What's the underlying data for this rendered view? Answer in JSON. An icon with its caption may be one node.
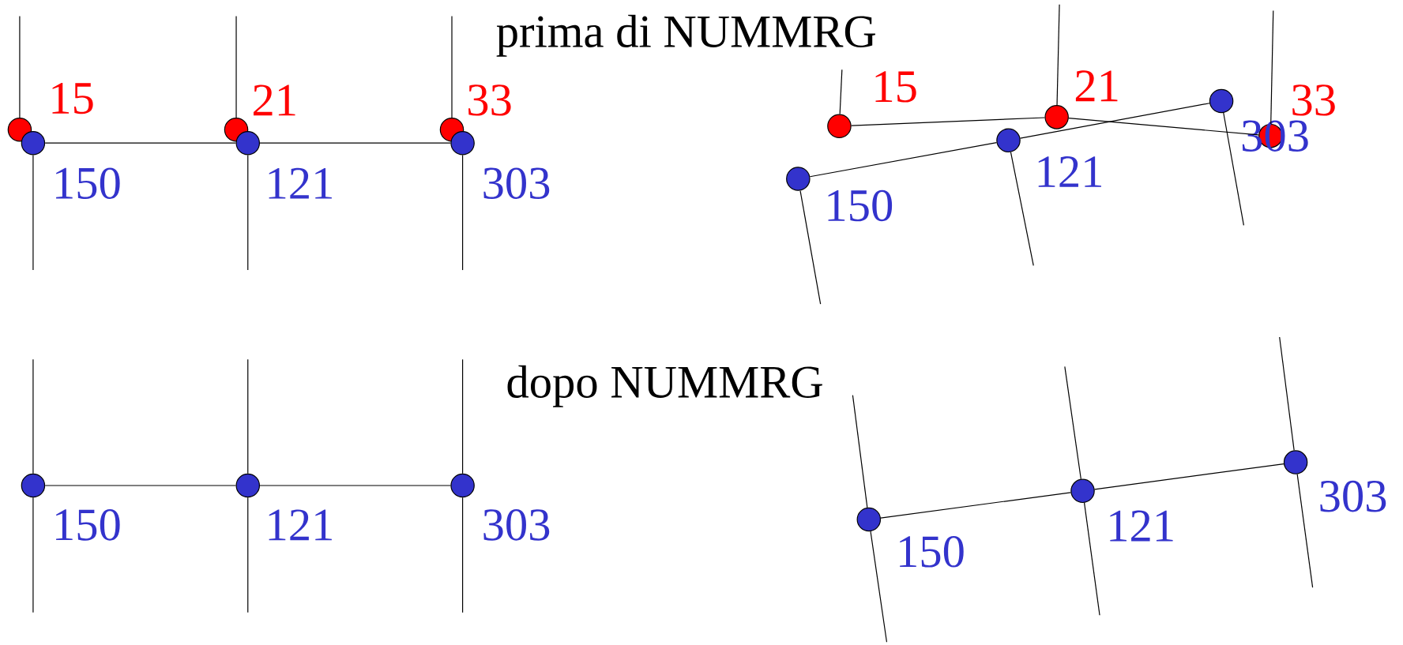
{
  "diagram": {
    "nodes": [
      {
        "text": [],
        "shape": "circle",
        "beside": [
          "15"
        ]
      },
      {
        "text": [],
        "shape": "circle",
        "beside": [
          "21"
        ]
      },
      {
        "text": [],
        "shape": "circle",
        "beside": [
          "33"
        ]
      },
      {
        "text": [],
        "shape": "circle",
        "beside": [
          "150"
        ]
      },
      {
        "text": [],
        "shape": "circle",
        "beside": [
          "121"
        ]
      },
      {
        "text": [],
        "shape": "circle",
        "beside": [
          "303"
        ]
      },
      {
        "text": [],
        "shape": "circle",
        "beside": [
          "15"
        ]
      },
      {
        "text": [],
        "shape": "circle",
        "beside": [
          "21"
        ]
      },
      {
        "text": [],
        "shape": "circle",
        "beside": [
          "33"
        ]
      },
      {
        "text": [],
        "shape": "circle",
        "beside": [
          "150"
        ]
      },
      {
        "text": [],
        "shape": "circle",
        "beside": [
          "121"
        ]
      },
      {
        "text": [],
        "shape": "circle",
        "beside": [
          "303"
        ]
      },
      {
        "text": [],
        "shape": "circle",
        "beside": [
          "150"
        ]
      },
      {
        "text": [],
        "shape": "circle",
        "beside": [
          "121"
        ]
      },
      {
        "text": [],
        "shape": "circle",
        "beside": [
          "303"
        ]
      },
      {
        "text": [],
        "shape": "circle",
        "beside": [
          "150"
        ]
      },
      {
        "text": [],
        "shape": "circle",
        "beside": [
          "121"
        ]
      },
      {
        "text": [],
        "shape": "circle",
        "beside": [
          "303"
        ]
      }
    ],
    "edges": [
      {
        "from": 3,
        "to": 4,
        "arrow": "none"
      },
      {
        "from": 4,
        "to": 5,
        "arrow": "none"
      },
      {
        "from": 0,
        "to": null,
        "arrow": "none"
      },
      {
        "from": 1,
        "to": null,
        "arrow": "none"
      },
      {
        "from": 2,
        "to": null,
        "arrow": "none"
      },
      {
        "from": 3,
        "to": null,
        "arrow": "none"
      },
      {
        "from": 4,
        "to": null,
        "arrow": "none"
      },
      {
        "from": 5,
        "to": null,
        "arrow": "none"
      },
      {
        "from": 6,
        "to": 7,
        "arrow": "none"
      },
      {
        "from": 7,
        "to": 8,
        "arrow": "none"
      },
      {
        "from": 9,
        "to": 10,
        "arrow": "none"
      },
      {
        "from": 10,
        "to": 11,
        "arrow": "none"
      },
      {
        "from": 6,
        "to": null,
        "arrow": "none"
      },
      {
        "from": 7,
        "to": null,
        "arrow": "none"
      },
      {
        "from": 8,
        "to": null,
        "arrow": "none"
      },
      {
        "from": 9,
        "to": null,
        "arrow": "none"
      },
      {
        "from": 10,
        "to": null,
        "arrow": "none"
      },
      {
        "from": 11,
        "to": null,
        "arrow": "none"
      },
      {
        "from": 12,
        "to": 13,
        "arrow": "none"
      },
      {
        "from": 13,
        "to": 14,
        "arrow": "none"
      },
      {
        "from": 12,
        "to": null,
        "arrow": "none"
      },
      {
        "from": 12,
        "to": null,
        "arrow": "none"
      },
      {
        "from": 13,
        "to": null,
        "arrow": "none"
      },
      {
        "from": 13,
        "to": null,
        "arrow": "none"
      },
      {
        "from": 14,
        "to": null,
        "arrow": "none"
      },
      {
        "from": 14,
        "to": null,
        "arrow": "none"
      },
      {
        "from": 15,
        "to": 16,
        "arrow": "none"
      },
      {
        "from": 16,
        "to": 17,
        "arrow": "none"
      },
      {
        "from": 15,
        "to": null,
        "arrow": "none"
      },
      {
        "from": 15,
        "to": null,
        "arrow": "none"
      },
      {
        "from": 16,
        "to": null,
        "arrow": "none"
      },
      {
        "from": 16,
        "to": null,
        "arrow": "none"
      },
      {
        "from": 17,
        "to": null,
        "arrow": "none"
      },
      {
        "from": 17,
        "to": null,
        "arrow": "none"
      }
    ],
    "labels": [
      "prima di NUMMRG",
      "dopo NUMMRG"
    ]
  }
}
